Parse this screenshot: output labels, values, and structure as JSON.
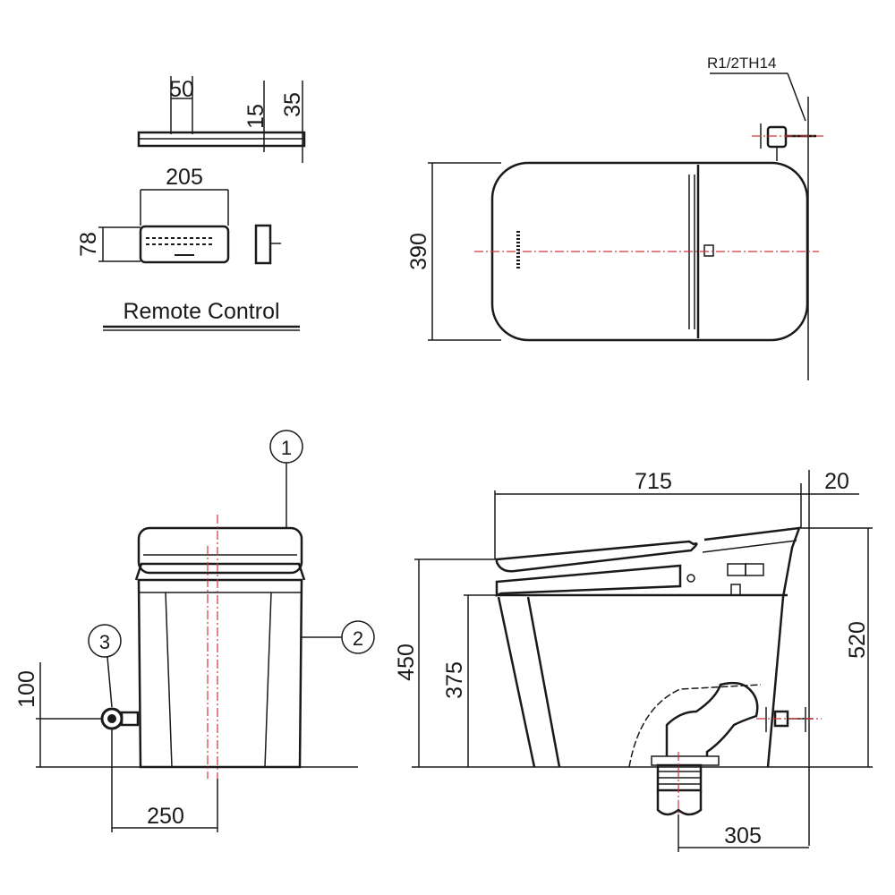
{
  "remote_control": {
    "title": "Remote Control",
    "dim_width_mount": "50",
    "dim_thickness_15": "15",
    "dim_thickness_35": "35",
    "dim_width": "205",
    "dim_height": "78"
  },
  "top_view": {
    "pipe_label": "R1/2TH14",
    "dim_depth": "390"
  },
  "front_view": {
    "callout_1": "1",
    "callout_2": "2",
    "callout_3": "3",
    "dim_valve_height": "100",
    "dim_valve_offset": "250"
  },
  "side_view": {
    "dim_length": "715",
    "dim_wall_gap": "20",
    "dim_seat_height": "450",
    "dim_bowl_height": "375",
    "dim_total_height": "520",
    "dim_drain_offset": "305"
  },
  "colors": {
    "line": "#1a1a1a",
    "centerline": "#d0343c"
  }
}
